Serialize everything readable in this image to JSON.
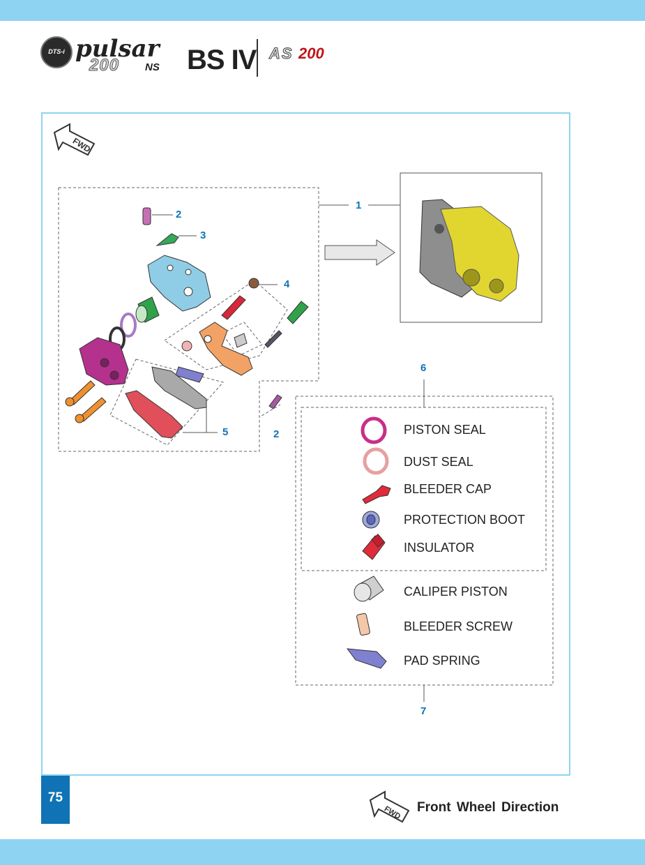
{
  "brand": {
    "badge": "DTS-i",
    "model_script": "pulsar",
    "model_number": "200",
    "model_suffix": "NS",
    "emission_standard": "BS IV",
    "variant_prefix": "AS",
    "variant_number": "200"
  },
  "diagram": {
    "fwd_arrow_text": "FWD",
    "callouts": [
      "1",
      "2",
      "3",
      "4",
      "2",
      "5",
      "6",
      "7"
    ],
    "kit_items": [
      "PISTON SEAL",
      "DUST SEAL",
      "BLEEDER CAP",
      "PROTECTION BOOT",
      "INSULATOR",
      "CALIPER PISTON",
      "BLEEDER SCREW",
      "PAD SPRING"
    ],
    "colors": {
      "accent_blue": "#0f73b6",
      "frame_blue": "#8fd3f2",
      "caliper_assembly": "#e1d630"
    }
  },
  "footer": {
    "page_number": "75",
    "legend_arrow_text": "FWD",
    "legend_text": "Front Wheel Direction"
  }
}
